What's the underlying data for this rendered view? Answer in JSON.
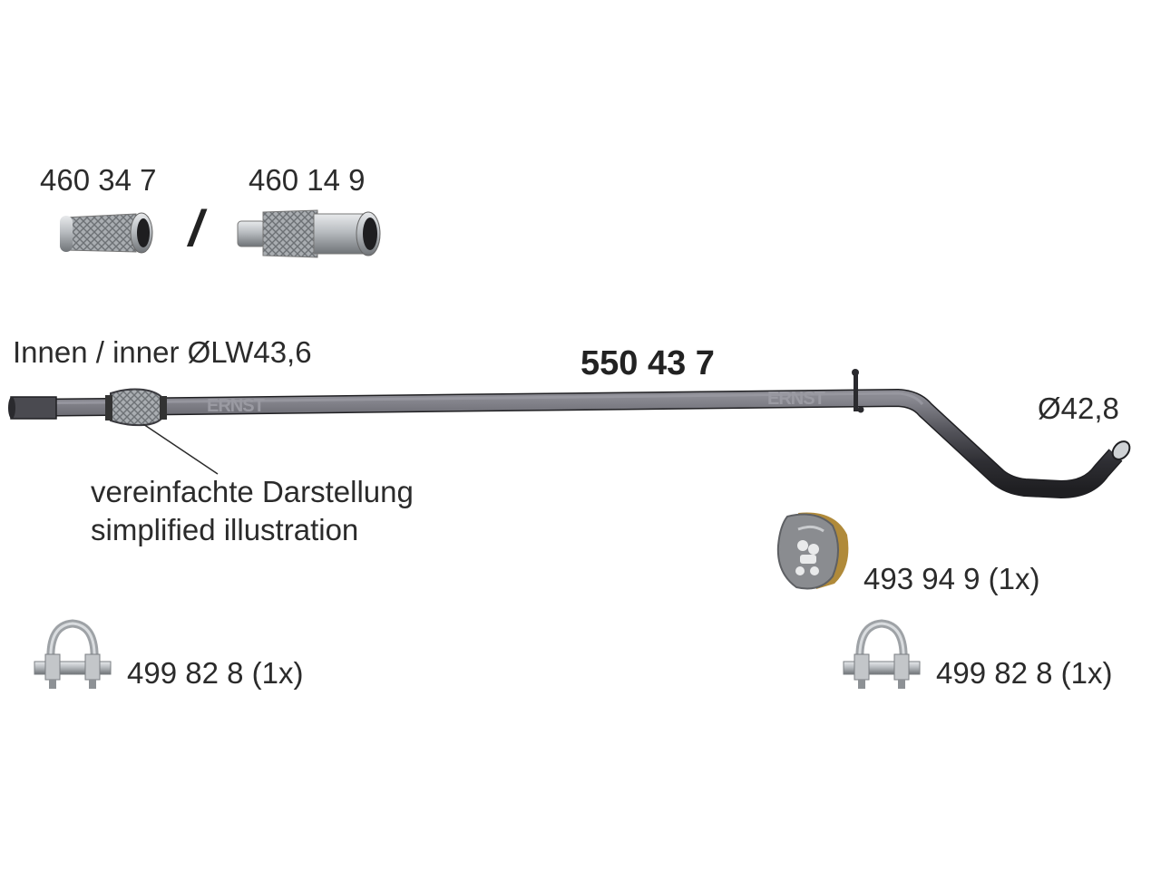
{
  "parts": {
    "flex_pipe_a": "460 34 7",
    "separator": "/",
    "flex_pipe_b": "460 14 9",
    "main_pipe": "550 43 7",
    "inner_diameter": "Innen / inner ØLW43,6",
    "outlet_diameter": "Ø42,8",
    "note_de": "vereinfachte Darstellung",
    "note_en": "simplified illustration",
    "hanger": "493 94 9 (1x)",
    "clamp_left": "499 82 8 (1x)",
    "clamp_right": "499 82 8 (1x)"
  },
  "brand": {
    "logo_text": "ERNST"
  },
  "colors": {
    "pipe": "#3d3d42",
    "pipe_highlight": "#8a8a92",
    "steel": "#b8bcc0",
    "rubber": "#7a7c80",
    "text": "#2b2b2b"
  },
  "icons": [
    "flex-pipe-icon",
    "flex-pipe-with-sleeve-icon",
    "exhaust-hanger-icon",
    "pipe-clamp-icon"
  ]
}
